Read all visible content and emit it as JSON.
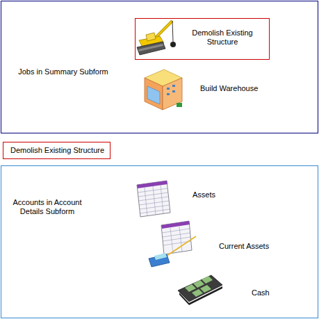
{
  "diagram": {
    "nodes": [
      {
        "text": [
          "Jobs in Summary Subform"
        ]
      },
      {
        "text": [
          "Demolish Existing Structure"
        ],
        "in": 0
      },
      {
        "text": [
          "Demolish Existing Structure"
        ]
      },
      {
        "text": [
          "Accounts in Account Details Subform"
        ]
      }
    ],
    "labels": [
      "Build Warehouse",
      "Assets",
      "Current Assets",
      "Cash"
    ]
  }
}
